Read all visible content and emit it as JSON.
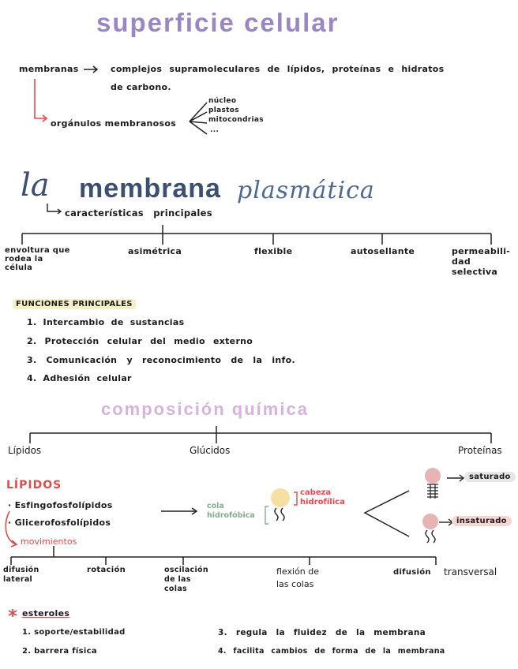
{
  "title": "superficie celular",
  "intro": {
    "membranas": "membranas",
    "definicion_1": "complejos supramoleculares de lípidos, proteínas e hidratos",
    "definicion_2": "de carbono.",
    "organulos": "orgánulos membranosos",
    "organulos_list": [
      "núcleo",
      "plastos",
      "mitocondrias",
      "..."
    ]
  },
  "membrana_title": {
    "la": "la",
    "membrana": "membrana",
    "plasmatica": "plasmática"
  },
  "caracteristicas": {
    "heading": "características principales",
    "items": [
      [
        "envoltura que",
        "rodea la",
        "célula"
      ],
      [
        "asimétrica"
      ],
      [
        "flexible"
      ],
      [
        "autosellante"
      ],
      [
        "permeabili-",
        "dad",
        "selectiva"
      ]
    ]
  },
  "funciones": {
    "heading": "FUNCIONES PRINCIPALES",
    "items": [
      "1. Intercambio de sustancias",
      "2. Protección celular del medio externo",
      "3. Comunicación y reconocimiento de la info.",
      "4. Adhesión celular"
    ]
  },
  "composicion": {
    "title": "composición química",
    "branches": [
      "Lípidos",
      "Glúcidos",
      "Proteínas"
    ]
  },
  "lipidos": {
    "heading": "LÍPIDOS",
    "items": [
      "· Esfingofosfolípidos",
      "· Glicerofosfolípidos"
    ],
    "movimientos": "movimientos",
    "cola": [
      "cola",
      "hidrofóbica"
    ],
    "cabeza": [
      "cabeza",
      "hidrofílica"
    ],
    "saturado": "saturado",
    "insaturado": "insaturado"
  },
  "movimientos_list": {
    "items": [
      [
        "difusión",
        "lateral"
      ],
      [
        "rotación"
      ],
      [
        "oscilación",
        "de las",
        "colas"
      ],
      [
        "flexión de",
        "las colas"
      ],
      [
        "difusión"
      ]
    ],
    "transversal": "transversal"
  },
  "esteroles": {
    "heading": "esteroles",
    "items": [
      "1. soporte/estabilidad",
      "2. barrera física",
      "3. regula la fluidez de la membrana",
      "4. facilita cambios de forma de la membrana"
    ]
  },
  "colors": {
    "title_purple": "#9a86c4",
    "navy": "#3b4f73",
    "pink_title": "#d6b3dc",
    "red": "#e24b4b",
    "green": "#7fb08a",
    "head_yellow": "#f5dfa3",
    "head_pink": "#e8b3b3"
  }
}
